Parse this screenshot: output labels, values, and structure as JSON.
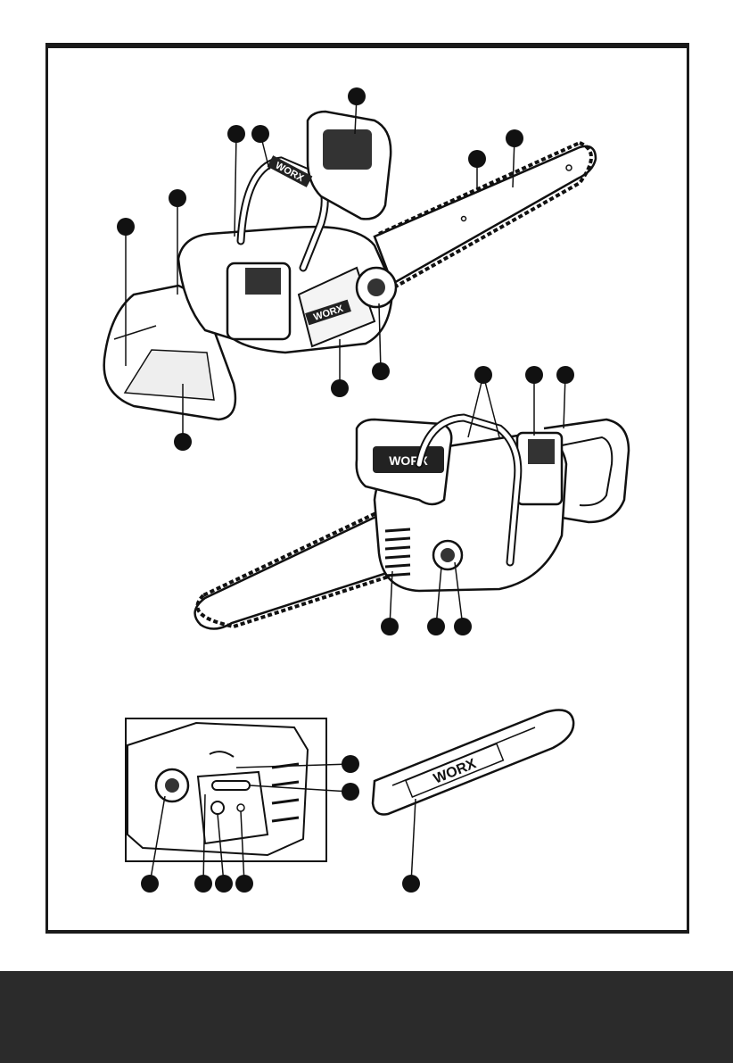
{
  "figure": {
    "brand_logo_text": "WORX",
    "brand_color": "#1a1a1a",
    "callout_color": "#111111",
    "frame_color": "#1a1a1a",
    "footer_band_color": "#2b2b2b"
  },
  "views": [
    {
      "name": "chainsaw-left-side-view",
      "callout_count": 10
    },
    {
      "name": "chainsaw-right-side-view",
      "callout_count": 6
    },
    {
      "name": "chain-tension-detail-view",
      "callout_count": 6
    },
    {
      "name": "bar-cover-view",
      "callout_count": 1
    }
  ]
}
